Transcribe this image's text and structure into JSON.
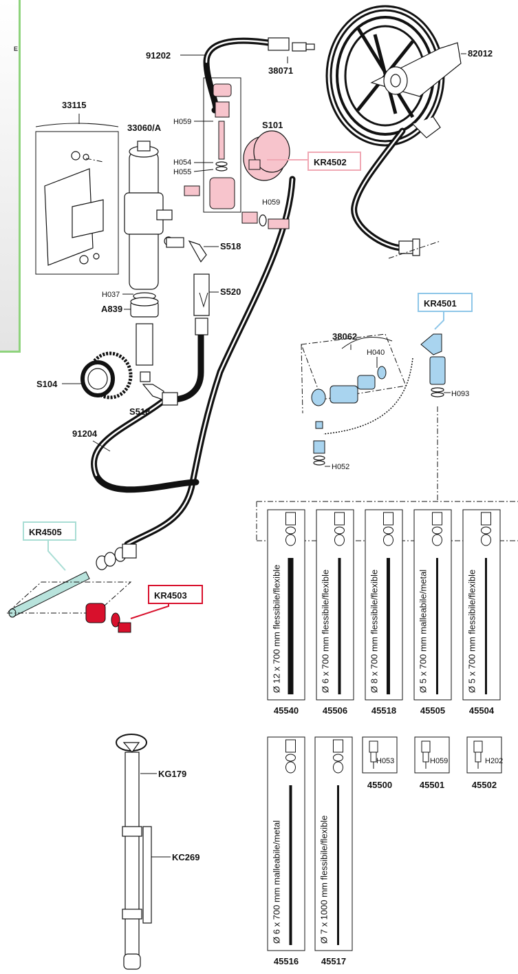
{
  "side_panel": {
    "letter": "E"
  },
  "colors": {
    "pink": "#f0a8b4",
    "pink_fill": "#f7c4cc",
    "blue": "#8ec6e8",
    "blue_fill": "#a9d4ef",
    "teal": "#a8ddd4",
    "teal_fill": "#b8e3dc",
    "red": "#d8102c",
    "green_border": "#8ed37c"
  },
  "labels": {
    "p82012": "82012",
    "p91202": "91202",
    "p38071": "38071",
    "p33115": "33115",
    "p33060a": "33060/A",
    "pH059a": "H059",
    "pS101": "S101",
    "pH054": "H054",
    "pH055": "H055",
    "kr4502": "KR4502",
    "pH059b": "H059",
    "pS518a": "S518",
    "pH037": "H037",
    "pS520": "S520",
    "pA839": "A839",
    "kr4501": "KR4501",
    "p38062": "38062",
    "pH040": "H040",
    "pH093": "H093",
    "pS104": "S104",
    "pS518b": "S518",
    "p91204": "91204",
    "pH052": "H052",
    "kr4505": "KR4505",
    "kr4503": "KR4503",
    "pKG179": "KG179",
    "pKC269": "KC269",
    "pH053": "H053",
    "pH059c": "H059",
    "pH202": "H202"
  },
  "probes_row1": [
    {
      "code": "45540",
      "spec": "Ø 12 x 700 mm flessibile/flexible"
    },
    {
      "code": "45506",
      "spec": "Ø 6 x 700 mm flessibile/flexible"
    },
    {
      "code": "45518",
      "spec": "Ø 8 x 700 mm flessibile/flexible"
    },
    {
      "code": "45505",
      "spec": "Ø 5 x 700 mm malleabile/metal"
    },
    {
      "code": "45504",
      "spec": "Ø 5 x 700 mm flessibile/flexible"
    }
  ],
  "probes_row2": [
    {
      "code": "45516",
      "spec": "Ø 6 x 700 mm malleabile/metal"
    },
    {
      "code": "45517",
      "spec": "Ø 7 x 1000 mm flessibile/flexible"
    }
  ],
  "couplers": [
    {
      "code": "45500"
    },
    {
      "code": "45501"
    },
    {
      "code": "45502"
    }
  ]
}
